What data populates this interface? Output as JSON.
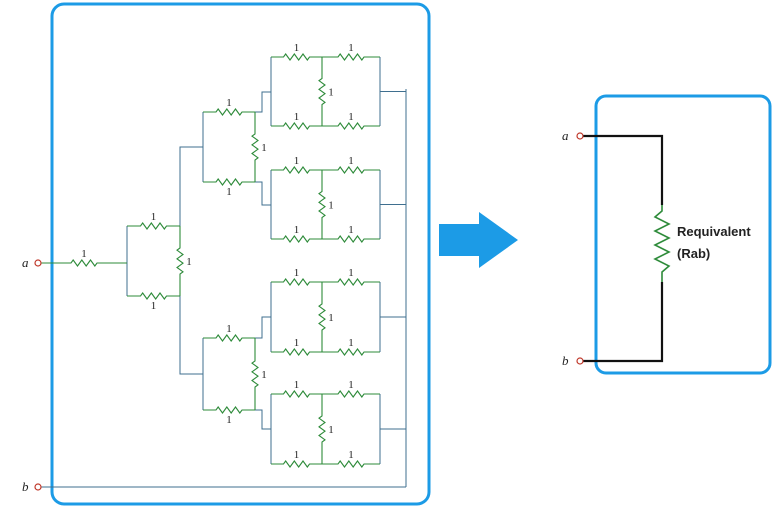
{
  "colors": {
    "frame": "#1c9be6",
    "wire": "#3f6f8f",
    "resistor": "#2e8b3a",
    "terminal": "#c0392b",
    "arrow": "#1c9be6",
    "eq_wire": "#111111"
  },
  "resistor_value": "1",
  "terminals": {
    "a": "a",
    "b": "b"
  },
  "equivalent": {
    "line1": "Requivalent",
    "line2": "(Rab)"
  },
  "icons": {
    "arrow": "right-arrow-icon"
  }
}
